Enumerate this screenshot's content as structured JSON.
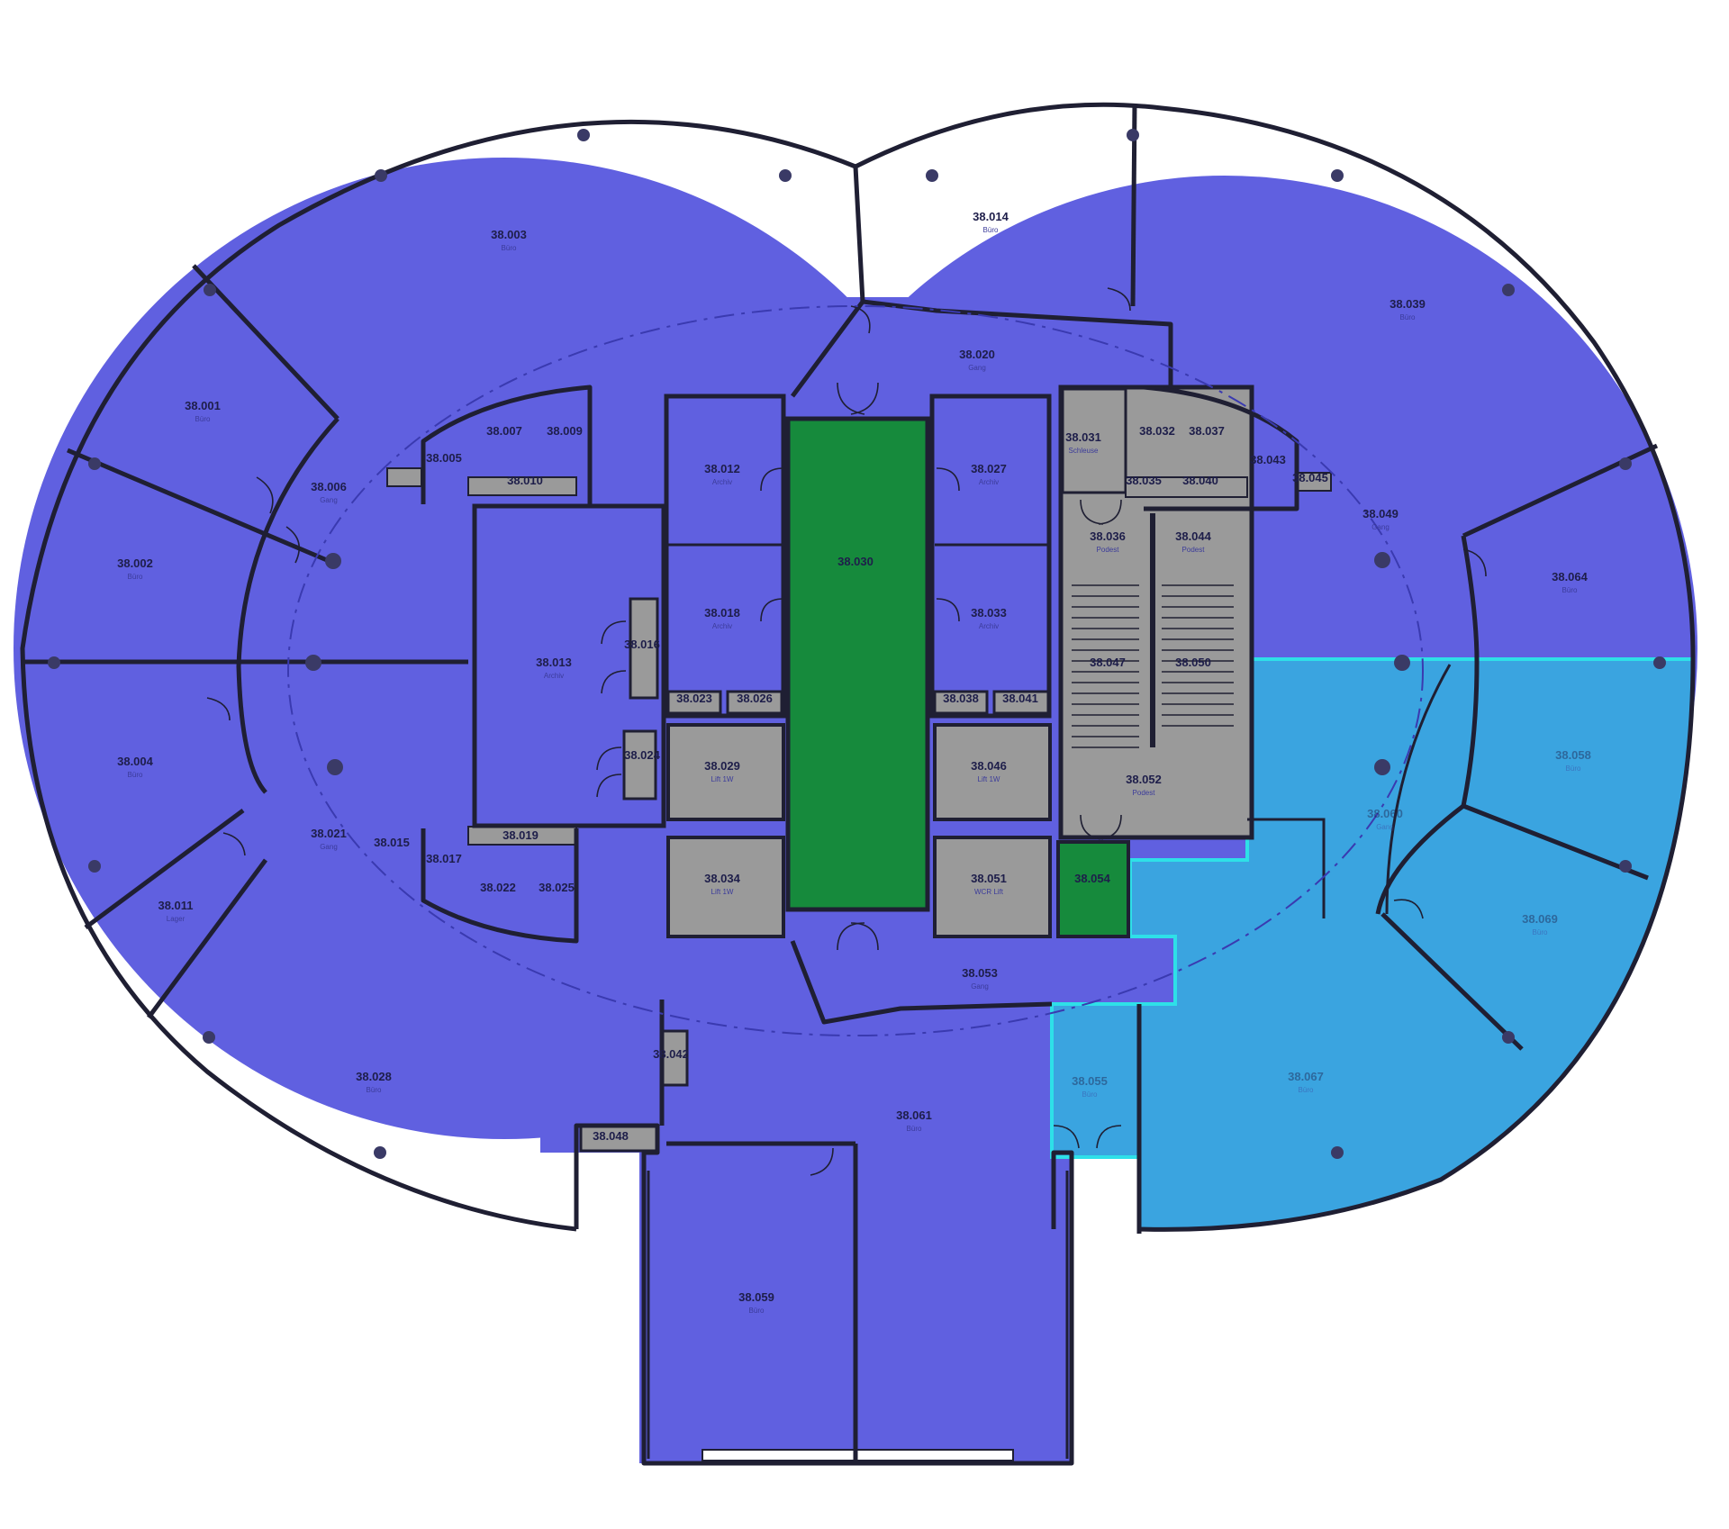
{
  "colors": {
    "office": "#6060e0",
    "core": "#9a9a9a",
    "green": "#168a3c",
    "selected": "#3aa4e0",
    "selected_outline": "#2ee0e8",
    "wall": "#1f1f33"
  },
  "rooms": [
    {
      "id": "38.003",
      "use": "Büro"
    },
    {
      "id": "38.001",
      "use": "Büro"
    },
    {
      "id": "38.002",
      "use": "Büro"
    },
    {
      "id": "38.004",
      "use": "Büro"
    },
    {
      "id": "38.011",
      "use": "Lager"
    },
    {
      "id": "38.028",
      "use": "Büro"
    },
    {
      "id": "38.006",
      "use": "Gang"
    },
    {
      "id": "38.021",
      "use": "Gang"
    },
    {
      "id": "38.013",
      "use": "Archiv"
    },
    {
      "id": "38.014",
      "use": "Büro"
    },
    {
      "id": "38.020",
      "use": "Gang"
    },
    {
      "id": "38.039",
      "use": "Büro"
    },
    {
      "id": "38.049",
      "use": "Gang"
    },
    {
      "id": "38.064",
      "use": "Büro"
    },
    {
      "id": "38.012",
      "use": "Archiv"
    },
    {
      "id": "38.018",
      "use": "Archiv"
    },
    {
      "id": "38.027",
      "use": "Archiv"
    },
    {
      "id": "38.033",
      "use": "Archiv"
    },
    {
      "id": "38.030",
      "use": ""
    },
    {
      "id": "38.029",
      "use": "Lift 1W"
    },
    {
      "id": "38.034",
      "use": "Lift 1W"
    },
    {
      "id": "38.046",
      "use": "Lift 1W"
    },
    {
      "id": "38.051",
      "use": "WCR Lift"
    },
    {
      "id": "38.031",
      "use": "Schleuse"
    },
    {
      "id": "38.036",
      "use": "Podest"
    },
    {
      "id": "38.044",
      "use": "Podest"
    },
    {
      "id": "38.047",
      "use": ""
    },
    {
      "id": "38.050",
      "use": ""
    },
    {
      "id": "38.052",
      "use": "Podest"
    },
    {
      "id": "38.054",
      "use": ""
    },
    {
      "id": "38.053",
      "use": "Gang"
    },
    {
      "id": "38.061",
      "use": "Büro"
    },
    {
      "id": "38.059",
      "use": "Büro"
    },
    {
      "id": "38.048",
      "use": ""
    },
    {
      "id": "38.042",
      "use": ""
    },
    {
      "id": "38.016",
      "use": ""
    },
    {
      "id": "38.024",
      "use": ""
    },
    {
      "id": "38.023",
      "use": ""
    },
    {
      "id": "38.026",
      "use": ""
    },
    {
      "id": "38.038",
      "use": ""
    },
    {
      "id": "38.041",
      "use": ""
    },
    {
      "id": "38.007",
      "use": ""
    },
    {
      "id": "38.009",
      "use": ""
    },
    {
      "id": "38.005",
      "use": ""
    },
    {
      "id": "38.010",
      "use": ""
    },
    {
      "id": "38.017",
      "use": ""
    },
    {
      "id": "38.022",
      "use": ""
    },
    {
      "id": "38.025",
      "use": ""
    },
    {
      "id": "38.019",
      "use": ""
    },
    {
      "id": "38.015",
      "use": ""
    },
    {
      "id": "38.032",
      "use": ""
    },
    {
      "id": "38.037",
      "use": ""
    },
    {
      "id": "38.043",
      "use": ""
    },
    {
      "id": "38.035",
      "use": ""
    },
    {
      "id": "38.040",
      "use": ""
    },
    {
      "id": "38.045",
      "use": ""
    },
    {
      "id": "38.058",
      "use": "Büro"
    },
    {
      "id": "38.060",
      "use": "Gang"
    },
    {
      "id": "38.069",
      "use": "Büro"
    },
    {
      "id": "38.067",
      "use": "Büro"
    },
    {
      "id": "38.055",
      "use": "Büro"
    }
  ]
}
